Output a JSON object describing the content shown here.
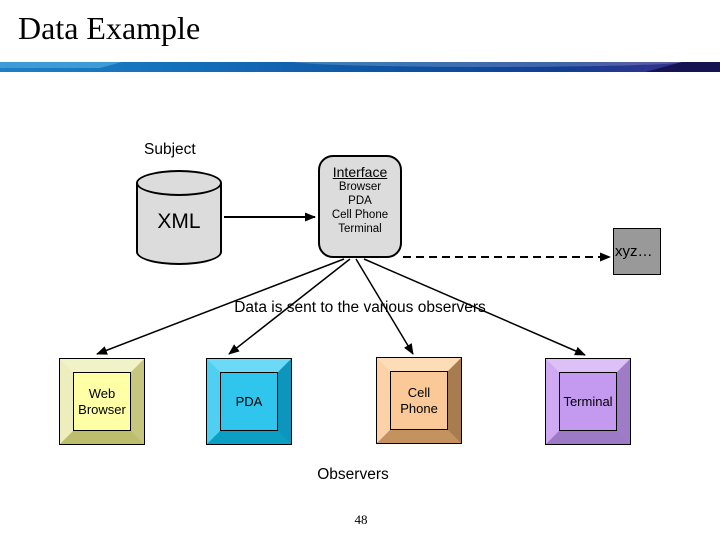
{
  "slide": {
    "title": "Data Example",
    "page_number": "48",
    "background": "#ffffff"
  },
  "accent_bar": {
    "colors": {
      "left_light": "#3e9bd6",
      "mid_dark": "#0d53a2",
      "right_indigo": "#3c3c96",
      "edge_dark": "#141452"
    }
  },
  "diagram": {
    "subject_label": "Subject",
    "data_source": {
      "label": "XML",
      "colors": {
        "fill": "#dcdcdc"
      }
    },
    "interface_box": {
      "heading": "Interface",
      "items": [
        "Browser",
        "PDA",
        "Cell Phone",
        "Terminal"
      ],
      "colors": {
        "fill": "#dcdcdc"
      }
    },
    "xyz_box": {
      "label": "xyz…",
      "colors": {
        "fill": "#999999"
      }
    },
    "caption": "Data is sent to the various observers",
    "observers_label": "Observers",
    "observers": [
      {
        "label": "Web Browser",
        "colors": {
          "face": "#ffffa6",
          "top": "#f2f2c8",
          "left": "#ededbe",
          "right": "#c6c67e",
          "bottom": "#bdbd6e"
        }
      },
      {
        "label": "PDA",
        "colors": {
          "face": "#30c5ec",
          "top": "#6cdaf6",
          "left": "#4fd0f2",
          "right": "#0e95bb",
          "bottom": "#0c9fc4"
        }
      },
      {
        "label": "Cell Phone",
        "colors": {
          "face": "#fbc997",
          "top": "#fddcb8",
          "left": "#fcd2a6",
          "right": "#a87c50",
          "bottom": "#c3925e"
        }
      },
      {
        "label": "Terminal",
        "colors": {
          "face": "#c49af0",
          "top": "#dcc0f6",
          "left": "#cfa9f2",
          "right": "#a07cc8",
          "bottom": "#9d7ac6"
        }
      }
    ]
  }
}
